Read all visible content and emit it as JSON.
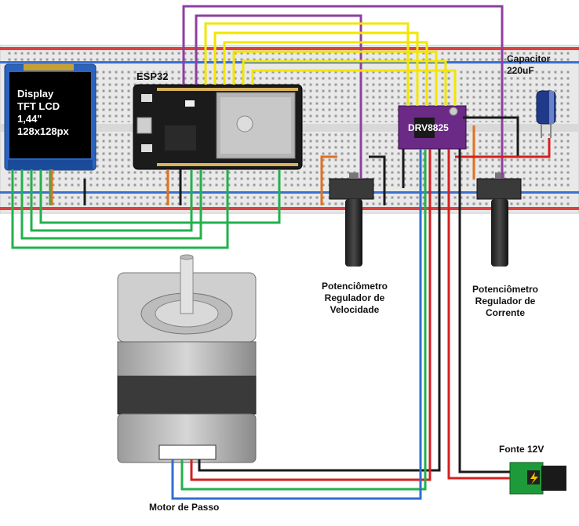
{
  "labels": {
    "esp32": "ESP32",
    "display": "Display\nTFT LCD\n1,44\"\n128x128px",
    "driver": "DRV8825",
    "capacitor": "Capacitor\n220uF",
    "pot_speed": "Potenciômetro\nRegulador de\nVelocidade",
    "pot_current": "Potenciômetro\nRegulador de\nCorrente",
    "motor": "Motor de Passo",
    "power": "Fonte 12V"
  },
  "colors": {
    "wire_yellow": "#f2e600",
    "wire_purple": "#8e3fa0",
    "wire_green": "#22b14c",
    "wire_red": "#d42020",
    "wire_black": "#1a1a1a",
    "wire_blue": "#2f6fd0",
    "wire_orange": "#e07020",
    "board": "#1b1b1b",
    "breadboard": "#ebebeb",
    "driver_pcb": "#6a2a86"
  }
}
